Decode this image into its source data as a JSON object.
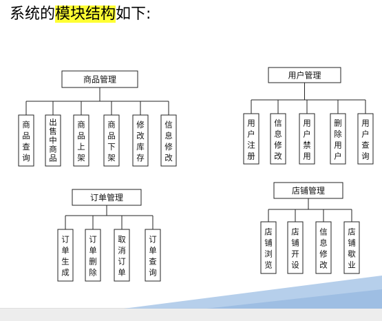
{
  "heading": {
    "prefix": "系统的",
    "highlight": "模块结构",
    "suffix": "如下:"
  },
  "colors": {
    "highlight": "#ffff33",
    "accent_blue": "#a9c7e8"
  },
  "modules": [
    {
      "title": "商品管理",
      "children": [
        "商品查询",
        "出售中商品",
        "商品上架",
        "商品下架",
        "修改库存",
        "信息修改"
      ]
    },
    {
      "title": "用户管理",
      "children": [
        "用户注册",
        "信息修改",
        "用户禁用",
        "删除用户",
        "用户查询"
      ]
    },
    {
      "title": "订单管理",
      "children": [
        "订单生成",
        "订单删除",
        "取消订单",
        "订单查询"
      ]
    },
    {
      "title": "店铺管理",
      "children": [
        "店铺浏览",
        "店铺开设",
        "信息修改",
        "店铺歇业"
      ]
    }
  ]
}
